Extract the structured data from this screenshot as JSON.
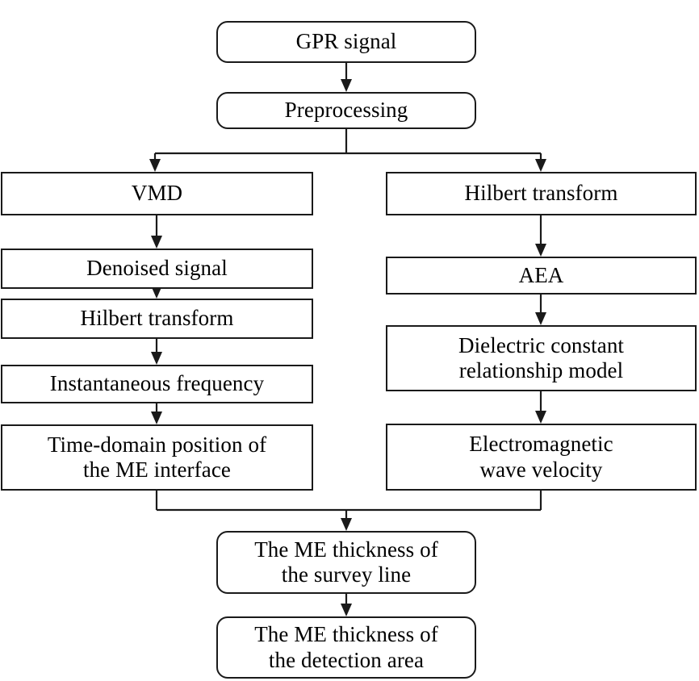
{
  "diagram": {
    "title": "GPR signal processing flowchart for ME thickness estimation",
    "background_color": "#ffffff",
    "line_color": "#1a1a1a",
    "text_color": "#000000",
    "nodes": {
      "gpr_signal": "GPR signal",
      "preprocessing": "Preprocessing",
      "vmd": "VMD",
      "denoised_signal": "Denoised signal",
      "hilbert_transform_left": "Hilbert transform",
      "instantaneous_frequency": "Instantaneous frequency",
      "time_domain_position": "Time-domain position of\nthe ME interface",
      "hilbert_transform_right": "Hilbert transform",
      "aea": "AEA",
      "dielectric_constant_model": "Dielectric constant\nrelationship model",
      "electromagnetic_wave_velocity": "Electromagnetic\nwave velocity",
      "me_thickness_survey_line": "The ME thickness of\nthe survey line",
      "me_thickness_detection_area": "The ME thickness of\nthe detection area"
    },
    "edges": [
      {
        "from": "gpr_signal",
        "to": "preprocessing",
        "type": "arrow-down"
      },
      {
        "from": "preprocessing",
        "to": "vmd",
        "type": "split-branch-left"
      },
      {
        "from": "preprocessing",
        "to": "hilbert_transform_right",
        "type": "split-branch-right"
      },
      {
        "from": "vmd",
        "to": "denoised_signal",
        "type": "arrow-down"
      },
      {
        "from": "denoised_signal",
        "to": "hilbert_transform_left",
        "type": "arrow-down"
      },
      {
        "from": "hilbert_transform_left",
        "to": "instantaneous_frequency",
        "type": "arrow-down"
      },
      {
        "from": "instantaneous_frequency",
        "to": "time_domain_position",
        "type": "arrow-down"
      },
      {
        "from": "hilbert_transform_right",
        "to": "aea",
        "type": "arrow-down"
      },
      {
        "from": "aea",
        "to": "dielectric_constant_model",
        "type": "arrow-down"
      },
      {
        "from": "dielectric_constant_model",
        "to": "electromagnetic_wave_velocity",
        "type": "arrow-down"
      },
      {
        "from": "time_domain_position",
        "to": "me_thickness_survey_line",
        "type": "merge-left"
      },
      {
        "from": "electromagnetic_wave_velocity",
        "to": "me_thickness_survey_line",
        "type": "merge-right"
      },
      {
        "from": "me_thickness_survey_line",
        "to": "me_thickness_detection_area",
        "type": "arrow-down"
      }
    ]
  }
}
